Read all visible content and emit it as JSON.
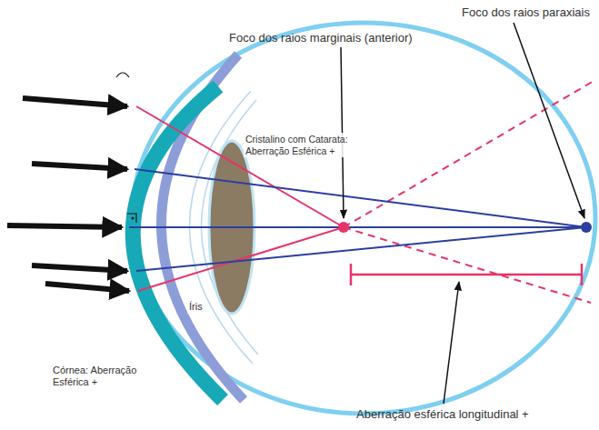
{
  "diagram": {
    "labels": [
      "Foco dos raios paraxiais",
      "Foco dos raios marginais (anterior)",
      "Cristalino com Catarata: Aberração Esférica +",
      "Íris",
      "Córnea: Aberração Esférica +",
      "Aberração esférica longitudinal +"
    ]
  }
}
